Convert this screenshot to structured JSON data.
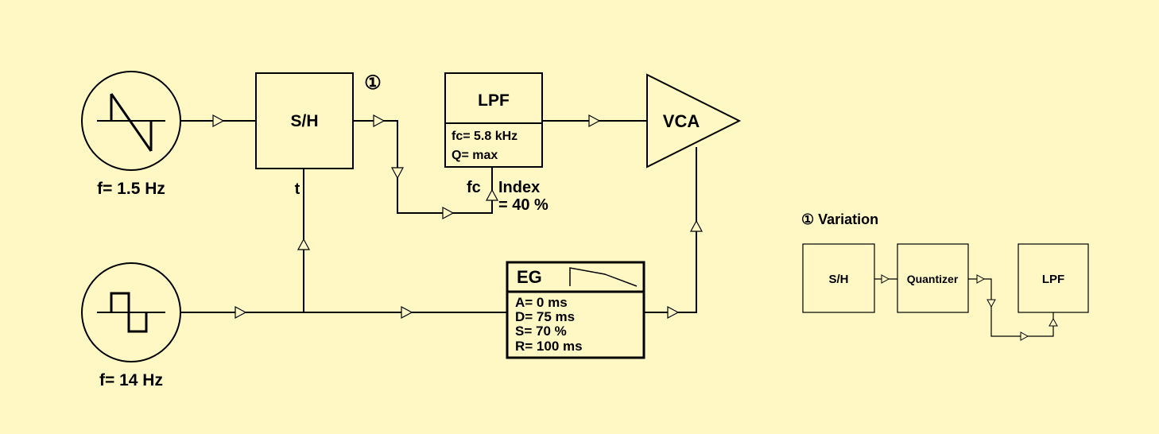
{
  "lfo1": {
    "freq_label": "f= 1.5 Hz",
    "waveform": "sawtooth"
  },
  "lfo2": {
    "freq_label": "f= 14 Hz",
    "waveform": "square"
  },
  "sample_hold": {
    "label": "S/H",
    "trigger_label": "t",
    "marker": "①"
  },
  "lpf": {
    "title": "LPF",
    "cutoff": "fc= 5.8 kHz",
    "resonance": "Q= max",
    "input_label": "fc",
    "index_label": "Index",
    "index_value": "= 40 %"
  },
  "vca": {
    "label": "VCA"
  },
  "eg": {
    "title": "EG",
    "attack": "A= 0 ms",
    "decay": "D= 75 ms",
    "sustain": "S= 70 %",
    "release": "R= 100 ms"
  },
  "variation": {
    "title": "① Variation",
    "sh_label": "S/H",
    "quantizer_label": "Quantizer",
    "lpf_label": "LPF"
  },
  "colors": {
    "background": "#fff8c4",
    "stroke": "#000000"
  }
}
